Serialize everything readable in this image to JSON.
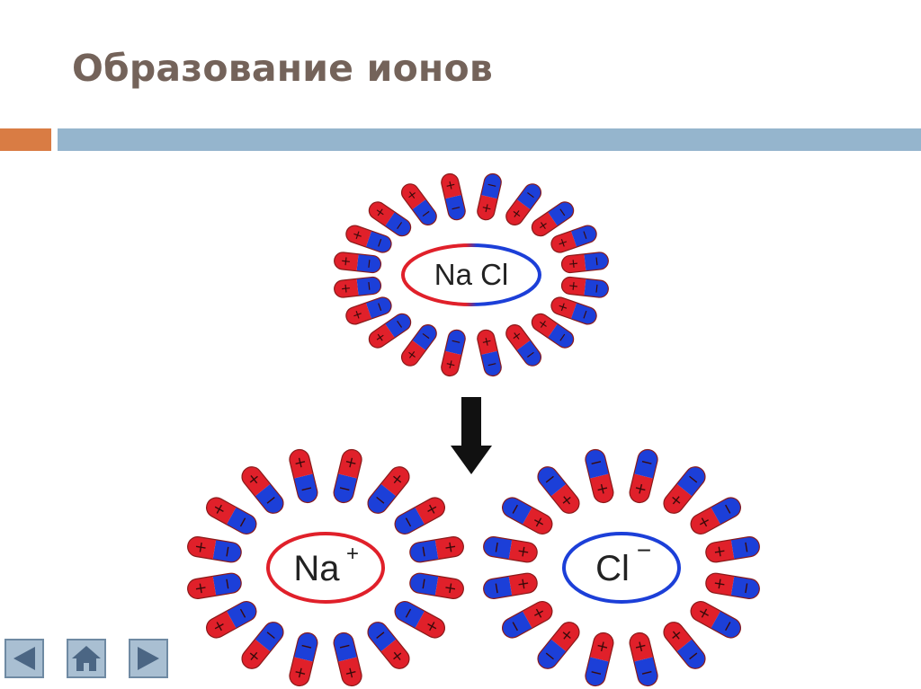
{
  "slide": {
    "title": "Образование ионов"
  },
  "diagram": {
    "compound_label": "Na Cl",
    "cation_label": "Na",
    "cation_charge": "+",
    "anion_label": "Cl",
    "anion_charge": "−",
    "dipole_plus": "+",
    "dipole_minus": "−",
    "colors": {
      "positive": "#e0202a",
      "negative": "#1c3fd8",
      "outline": "#8a1a1a",
      "arrow": "#111111"
    }
  },
  "nav": {
    "icons": [
      "back-arrow-icon",
      "home-icon",
      "forward-arrow-icon"
    ]
  }
}
